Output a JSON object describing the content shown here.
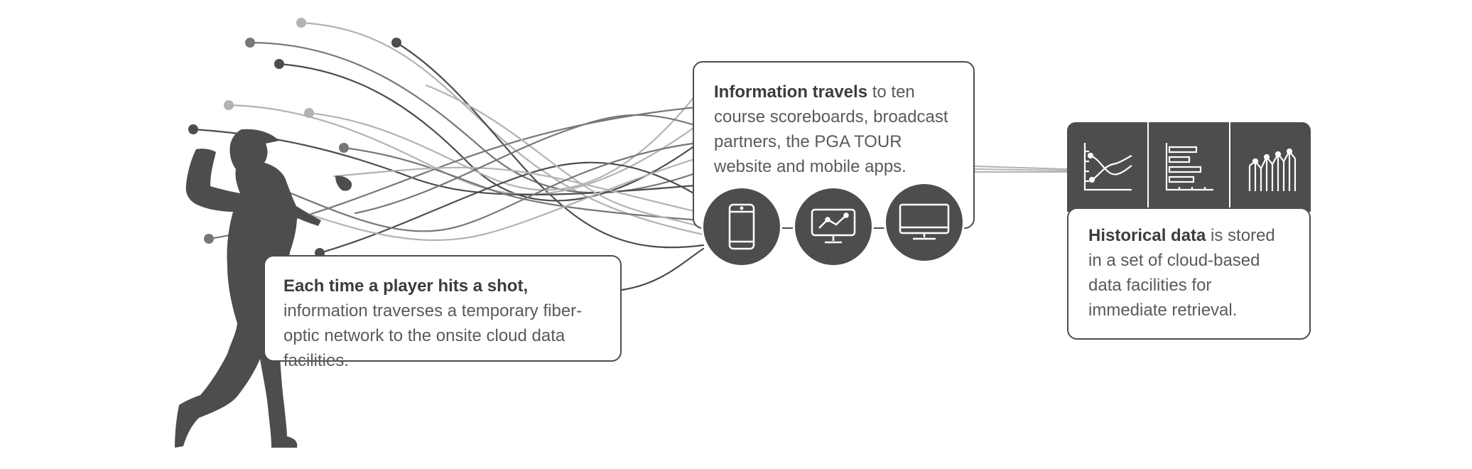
{
  "shot": {
    "bold": "Each time a player hits a shot,",
    "text": " information traverses a temporary fiber-optic network to the onsite cloud data facilities."
  },
  "travel": {
    "bold": "Information travels",
    "text": " to ten course scoreboards, broadcast partners, the PGA TOUR website and mobile apps."
  },
  "history": {
    "bold": "Historical data",
    "text": " is stored in a set of cloud-based data facilities for immediate retrieval."
  },
  "devices": [
    "phone-icon",
    "laptop-chart-icon",
    "monitor-icon"
  ],
  "storage_icons": [
    "line-chart-icon",
    "bar-chart-icon",
    "scatter-chart-icon"
  ],
  "colors": {
    "dark": "#4d4d4d",
    "mid": "#777777",
    "light": "#b3b3b3",
    "background": "#ffffff"
  }
}
